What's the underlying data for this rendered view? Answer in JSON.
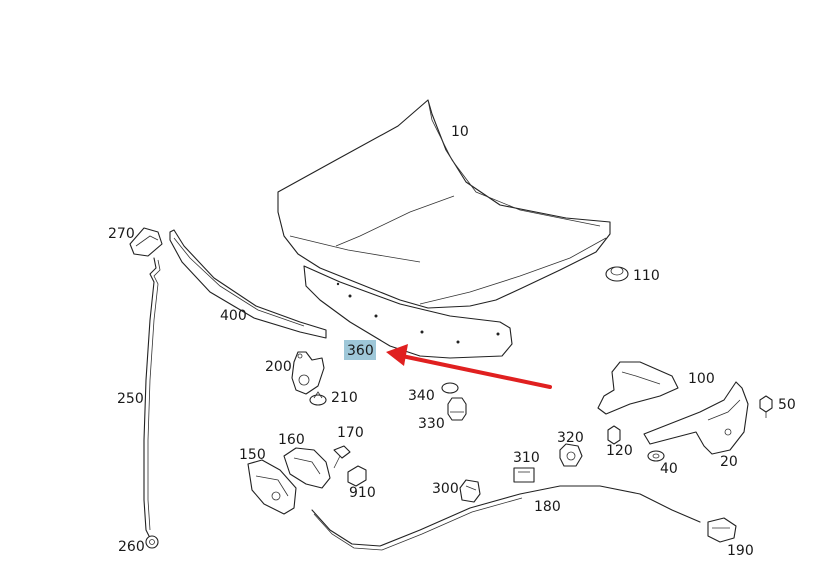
{
  "diagram": {
    "labels": {
      "p10": "10",
      "p20": "20",
      "p40": "40",
      "p50": "50",
      "p100": "100",
      "p110": "110",
      "p120": "120",
      "p150": "150",
      "p160": "160",
      "p170": "170",
      "p180": "180",
      "p190": "190",
      "p200": "200",
      "p210": "210",
      "p250": "250",
      "p260": "260",
      "p270": "270",
      "p300": "300",
      "p310": "310",
      "p320": "320",
      "p330": "330",
      "p340": "340",
      "p360": "360",
      "p400": "400",
      "p910": "910"
    },
    "highlight_color": "#9ec7d8",
    "arrow_color": "#e02020"
  }
}
